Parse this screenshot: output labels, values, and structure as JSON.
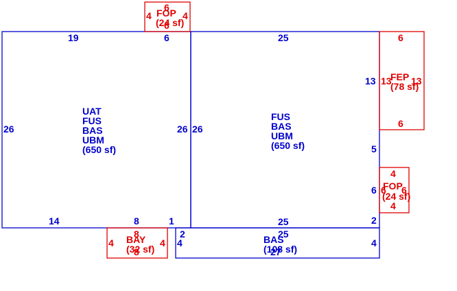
{
  "colors": {
    "main": "#0000cc",
    "appendage": "#e00000",
    "background": "#ffffff"
  },
  "areas": {
    "left": {
      "lines": [
        "UAT",
        "FUS",
        "BAS",
        "UBM"
      ],
      "area": "(650 sf)",
      "dims": {
        "top_a": "19",
        "top_b": "6",
        "left": "26",
        "right": "26",
        "bottom_a": "14",
        "bottom_b": "8",
        "bottom_c": "1"
      }
    },
    "right": {
      "lines": [
        "FUS",
        "BAS",
        "UBM"
      ],
      "area": "(650 sf)",
      "dims": {
        "top": "25",
        "left": "26",
        "bottom": "25",
        "right_a": "13",
        "right_b": "5",
        "right_c": "6",
        "right_d": "2"
      }
    },
    "bottom_bas": {
      "label": "BAS",
      "area": "(108 sf)",
      "dims": {
        "top_a": "2",
        "top_b": "25",
        "left": "4",
        "right": "4",
        "bottom": "27"
      }
    }
  },
  "appendages": {
    "fop_top": {
      "label": "FOP",
      "area": "(24 sf)",
      "dims": {
        "top": "6",
        "left": "4",
        "right": "4",
        "bottom": "6"
      }
    },
    "fep": {
      "label": "FEP",
      "area": "(78 sf)",
      "dims": {
        "top": "6",
        "left": "13",
        "right": "13",
        "bottom": "6"
      }
    },
    "fop_right": {
      "label": "FOP",
      "area": "(24 sf)",
      "dims": {
        "top": "4",
        "left": "6",
        "right": "6",
        "bottom": "4"
      }
    },
    "bay": {
      "label": "BAY",
      "area": "(32 sf)",
      "dims": {
        "top": "8",
        "left": "4",
        "right": "4",
        "bottom": "8"
      }
    }
  }
}
